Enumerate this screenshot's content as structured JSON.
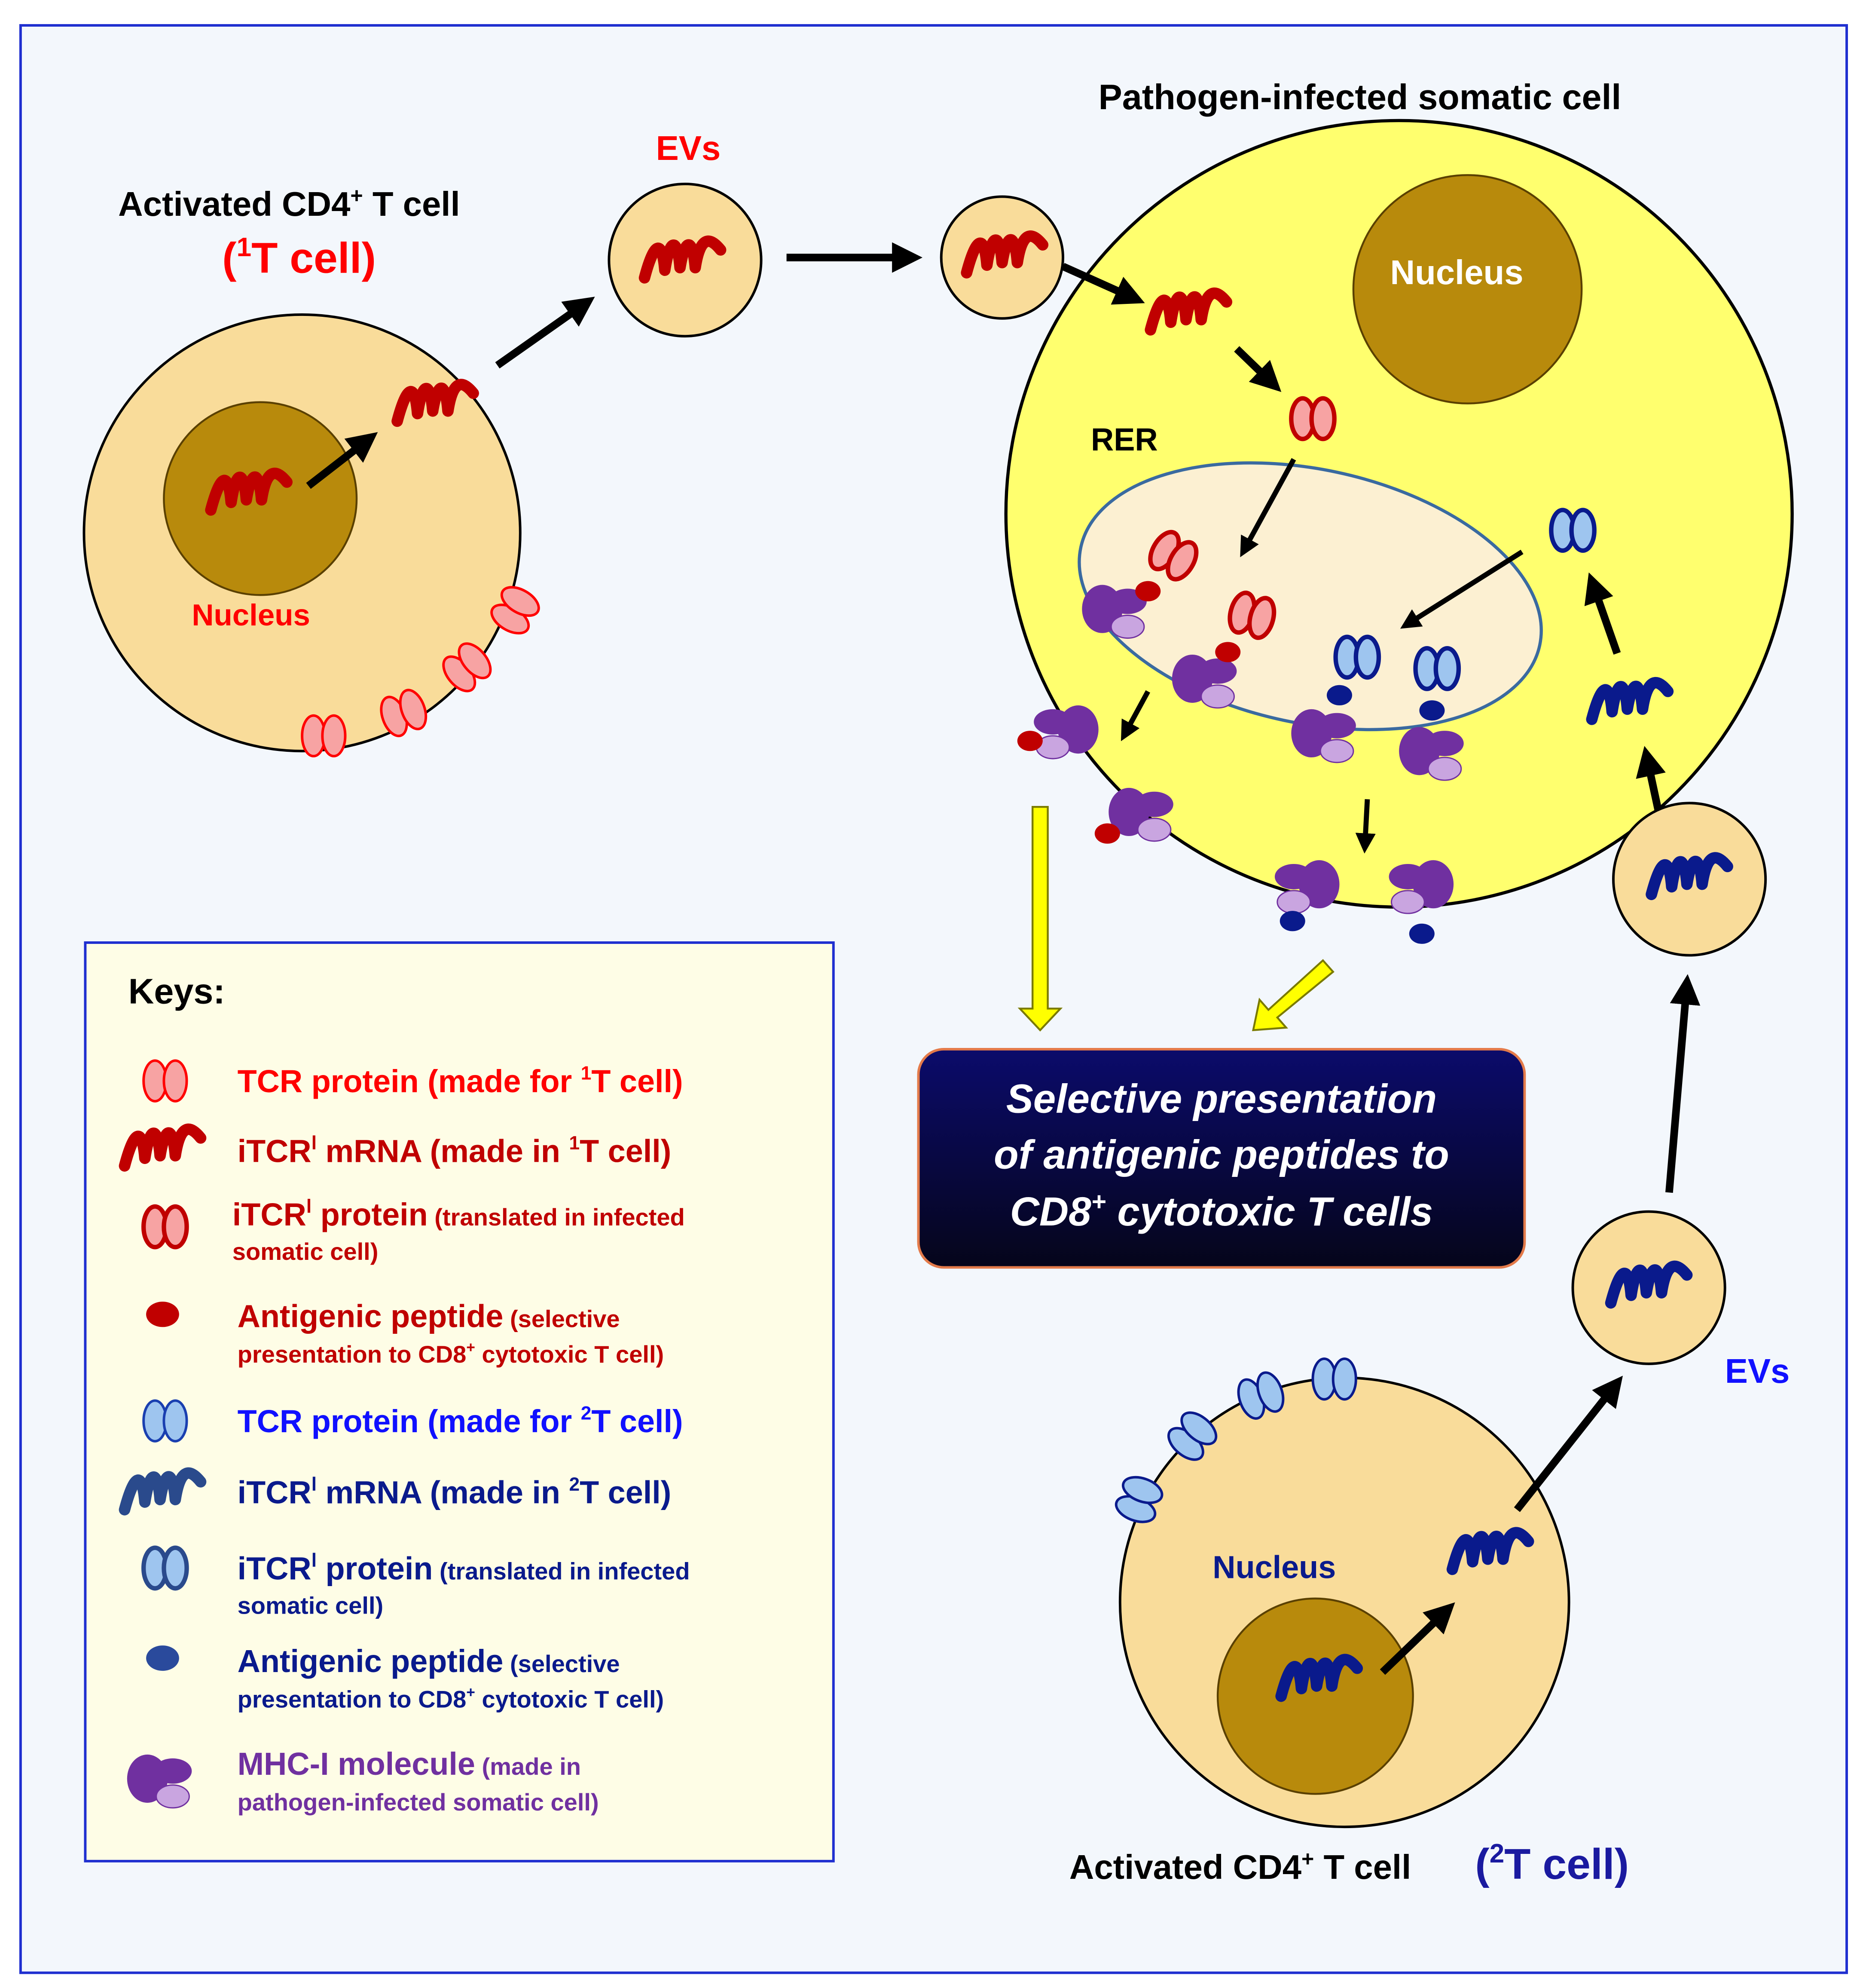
{
  "colors": {
    "panel_bg": "#f3f7fc",
    "panel_border": "#1f2fd0",
    "cell_fill": "#f9dc9a",
    "nucleus_fill": "#b88a0c",
    "somatic_fill": "#ffff6e",
    "rer_fill": "#fcf0d2",
    "red_dark": "#c00000",
    "red_text": "#ff0000",
    "tcr_pink": "#f7a3a3",
    "blue_dark": "#0a1a8c",
    "blue_text": "#1010ff",
    "tcr_blue": "#9ec5ef",
    "mhc_dark": "#7030a0",
    "mhc_light": "#c9a5e0",
    "key_bg": "#fefde6",
    "banner_bg": "#0a0a50",
    "yellow_arrow": "#ffff00"
  },
  "labels": {
    "somatic_title": "Pathogen-infected somatic cell",
    "evs_top": "EVs",
    "evs_bottom": "EVs",
    "t1_title": "Activated CD4",
    "t1_title_sup": "+",
    "t1_title_tail": " T cell",
    "t1_tag_open": "(",
    "t1_tag_sup": "1",
    "t1_tag_tail": "T cell)",
    "t1_nucleus": "Nucleus",
    "somatic_nucleus": "Nucleus",
    "rer": "RER",
    "t2_nucleus": "Nucleus",
    "t2_title": "Activated CD4",
    "t2_title_sup": "+",
    "t2_title_tail": " T cell",
    "t2_tag_open": "(",
    "t2_tag_sup": "2",
    "t2_tag_tail": "T cell)"
  },
  "banner": {
    "line1": "Selective presentation",
    "line2": "of antigenic peptides to",
    "line3_a": "CD8",
    "line3_sup": "+",
    "line3_b": " cytotoxic T cells"
  },
  "keys": {
    "title": "Keys:",
    "k1": {
      "main": "TCR protein (made for ",
      "sup": "1",
      "tail": "T cell)"
    },
    "k2": {
      "main": "iTCR",
      "sup": "l",
      "tail": " mRNA (made in ",
      "sup2": "1",
      "tail2": "T cell)"
    },
    "k3": {
      "main": "iTCR",
      "sup": "l",
      "tail": " protein",
      "small": " (translated in infected",
      "line2": "somatic cell)"
    },
    "k4": {
      "main": "Antigenic peptide",
      "small": " (selective",
      "line2_a": "presentation to CD8",
      "line2_sup": "+",
      "line2_b": " cytotoxic T cell)"
    },
    "k5": {
      "main": "TCR protein (made for ",
      "sup": "2",
      "tail": "T cell)"
    },
    "k6": {
      "main": "iTCR",
      "sup": "l",
      "tail": " mRNA (made in ",
      "sup2": "2",
      "tail2": "T cell)"
    },
    "k7": {
      "main": "iTCR",
      "sup": "l",
      "tail": " protein",
      "small": " (translated in infected",
      "line2": "somatic cell)"
    },
    "k8": {
      "main": "Antigenic peptide",
      "small": " (selective",
      "line2_a": "presentation to CD8",
      "line2_sup": "+",
      "line2_b": " cytotoxic T cell)"
    },
    "k9": {
      "main": "MHC-I molecule",
      "small": " (made in",
      "line2": "pathogen-infected somatic cell)"
    }
  }
}
